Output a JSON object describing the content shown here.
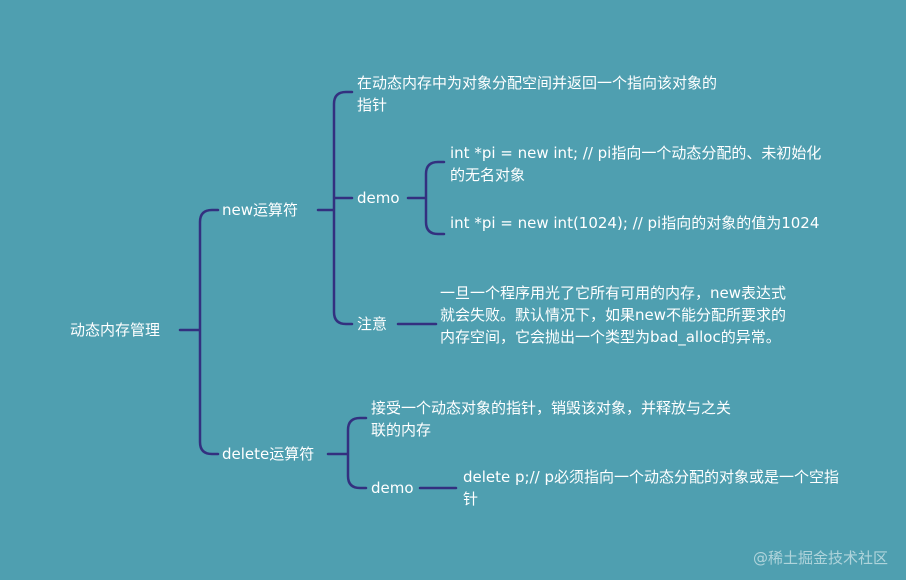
{
  "colors": {
    "background": "#4f9fb0",
    "connector": "#33307f",
    "text": "#ffffff"
  },
  "mindmap": {
    "root": "动态内存管理",
    "new_op": {
      "label": "new运算符",
      "description": "在动态内存中为对象分配空间并返回一个指向该对象的指针",
      "demo": {
        "label": "demo",
        "examples": [
          "int *pi = new int; // pi指向一个动态分配的、未初始化的无名对象",
          "int *pi = new int(1024); // pi指向的对象的值为1024"
        ]
      },
      "note": {
        "label": "注意",
        "text": "一旦一个程序用光了它所有可用的内存，new表达式就会失败。默认情况下，如果new不能分配所要求的内存空间，它会抛出一个类型为bad_alloc的异常。"
      }
    },
    "delete_op": {
      "label": "delete运算符",
      "description": "接受一个动态对象的指针，销毁该对象，并释放与之关联的内存",
      "demo": {
        "label": "demo",
        "example": "delete p;// p必须指向一个动态分配的对象或是一个空指针"
      }
    }
  },
  "watermark": "@稀土掘金技术社区"
}
